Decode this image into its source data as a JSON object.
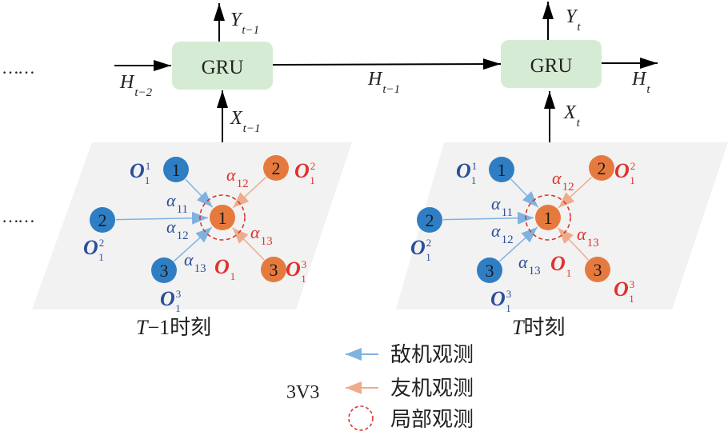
{
  "colors": {
    "enemy_node": "#2f7ec4",
    "friend_node": "#e67a3e",
    "enemy_text": "#2a4f9a",
    "friend_text": "#e0322a",
    "enemy_arrow": "#7fb2e0",
    "friend_arrow": "#efac8a",
    "local_obs": "#d33a32",
    "gru_fill": "#d5ebd3",
    "panel_fill": "#f2f2f2"
  },
  "ellipsis": "……",
  "gru_cells": [
    {
      "label": "GRU",
      "output": {
        "main": "Y",
        "sub": "t−1"
      },
      "input": {
        "main": "X",
        "sub": "t−1"
      }
    },
    {
      "label": "GRU",
      "output": {
        "main": "Y",
        "sub": "t"
      },
      "input": {
        "main": "X",
        "sub": "t"
      }
    }
  ],
  "hidden_states": [
    {
      "main": "H",
      "sub": "t−2"
    },
    {
      "main": "H",
      "sub": "t−1"
    },
    {
      "main": "H",
      "sub": "t"
    }
  ],
  "panels": [
    {
      "caption": {
        "italic": "T",
        "rest": "−1时刻"
      },
      "center": {
        "num": "1",
        "label_main": "O",
        "label_sub": "1"
      },
      "enemies": [
        {
          "num": "1",
          "main": "O",
          "sup": "1",
          "sub": "1",
          "alpha": "α",
          "alpha_sub": "11"
        },
        {
          "num": "2",
          "main": "O",
          "sup": "2",
          "sub": "1",
          "alpha": "α",
          "alpha_sub": "12"
        },
        {
          "num": "3",
          "main": "O",
          "sup": "3",
          "sub": "1",
          "alpha": "α",
          "alpha_sub": "13"
        }
      ],
      "friends": [
        {
          "num": "2",
          "main": "O",
          "sup": "2",
          "sub": "1",
          "alpha": "α",
          "alpha_sub": "12"
        },
        {
          "num": "3",
          "main": "O",
          "sup": "3",
          "sub": "1",
          "alpha": "α",
          "alpha_sub": "13"
        }
      ]
    },
    {
      "caption": {
        "italic": "T",
        "rest": "时刻"
      },
      "center": {
        "num": "1",
        "label_main": "O",
        "label_sub": "1"
      },
      "enemies": [
        {
          "num": "1",
          "main": "O",
          "sup": "1",
          "sub": "1",
          "alpha": "α",
          "alpha_sub": "11"
        },
        {
          "num": "2",
          "main": "O",
          "sup": "2",
          "sub": "1",
          "alpha": "α",
          "alpha_sub": "12"
        },
        {
          "num": "3",
          "main": "O",
          "sup": "3",
          "sub": "1",
          "alpha": "α",
          "alpha_sub": "13"
        }
      ],
      "friends": [
        {
          "num": "2",
          "main": "O",
          "sup": "2",
          "sub": "1",
          "alpha": "α",
          "alpha_sub": "12"
        },
        {
          "num": "3",
          "main": "O",
          "sup": "3",
          "sub": "1",
          "alpha": "α",
          "alpha_sub": "13"
        }
      ]
    }
  ],
  "legend": {
    "scenario": "3V3",
    "items": [
      {
        "type": "enemy-arrow",
        "label": "敌机观测"
      },
      {
        "type": "friend-arrow",
        "label": "友机观测"
      },
      {
        "type": "local-circle",
        "label": "局部观测"
      }
    ]
  }
}
